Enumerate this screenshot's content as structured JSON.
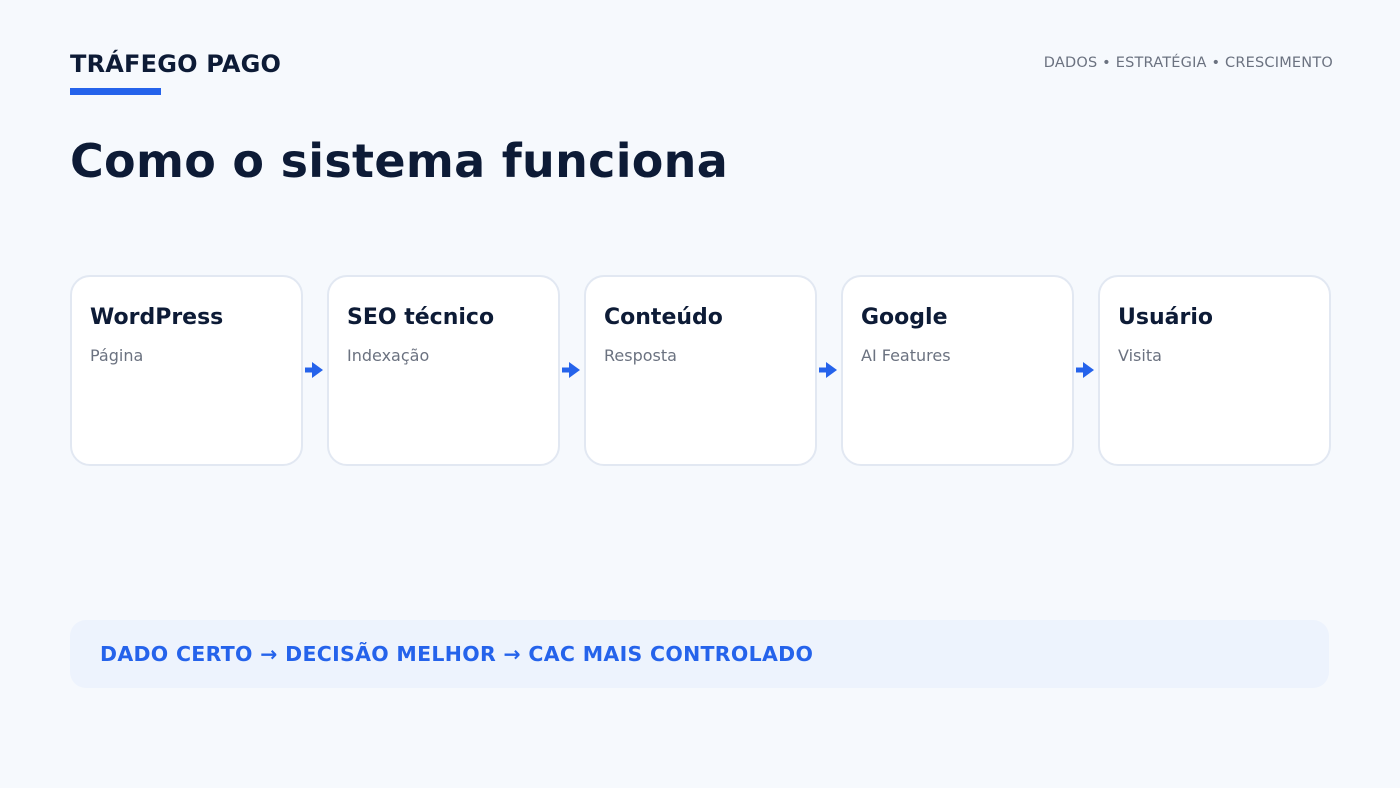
{
  "header": {
    "brand": "TRÁFEGO PAGO",
    "tagline": "DADOS • ESTRATÉGIA • CRESCIMENTO"
  },
  "title": "Como o sistema funciona",
  "flow": {
    "steps": [
      {
        "title": "WordPress",
        "subtitle": "Página"
      },
      {
        "title": "SEO técnico",
        "subtitle": "Indexação"
      },
      {
        "title": "Conteúdo",
        "subtitle": "Resposta"
      },
      {
        "title": "Google",
        "subtitle": "AI Features"
      },
      {
        "title": "Usuário",
        "subtitle": "Visita"
      }
    ]
  },
  "footer": {
    "text": "DADO CERTO → DECISÃO MELHOR → CAC MAIS CONTROLADO"
  },
  "colors": {
    "accent": "#2563eb",
    "dark": "#0d1b36",
    "muted": "#6b7280",
    "background": "#f6f9fd"
  }
}
